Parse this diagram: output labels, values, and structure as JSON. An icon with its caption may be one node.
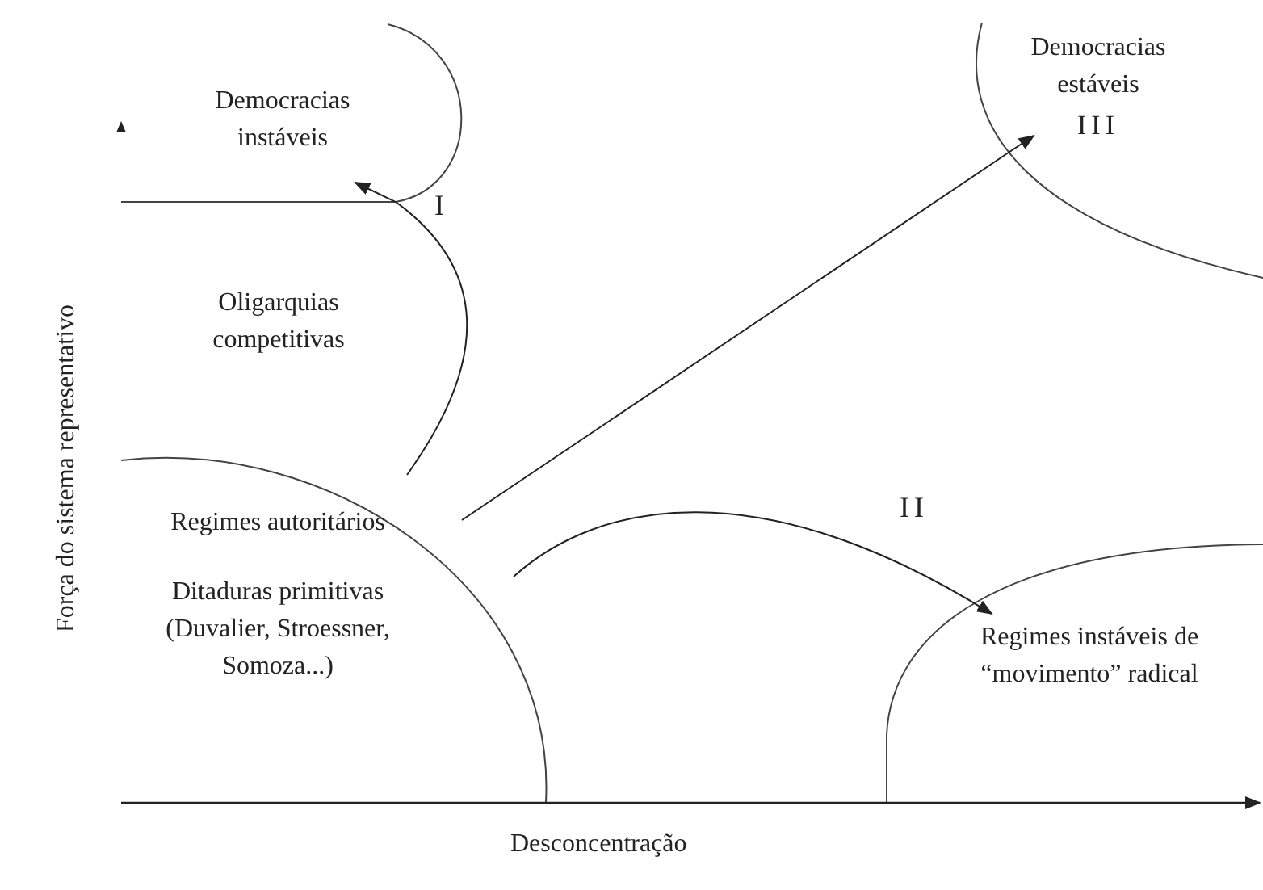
{
  "diagram": {
    "nodes": [
      {
        "text": [
          "Democracias instáveis"
        ]
      },
      {
        "text": [
          "Oligarquias competitivas"
        ]
      },
      {
        "text": [
          "Regimes autoritários",
          "Ditaduras primitivas (Duvalier, Stroessner, Somoza...)"
        ]
      },
      {
        "text": [
          "Democracias estáveis",
          "III"
        ]
      },
      {
        "text": [
          "Regimes instáveis de “movimento” radical"
        ]
      }
    ],
    "edges": [
      {
        "from": 2,
        "to": 0,
        "arrow": "to",
        "label": "I"
      },
      {
        "from": 2,
        "to": 3,
        "arrow": "to"
      },
      {
        "from": 2,
        "to": 4,
        "arrow": "to",
        "label": "II"
      }
    ],
    "labels": [
      "Força do sistema representativo",
      "Desconcentração"
    ]
  }
}
